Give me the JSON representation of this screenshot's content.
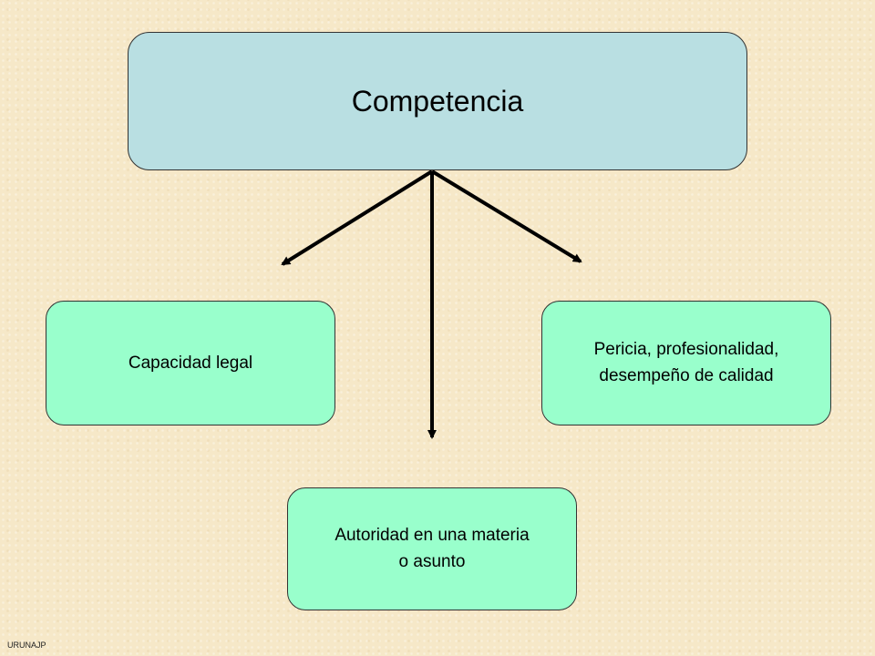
{
  "root": {
    "label": "Competencia"
  },
  "children": {
    "legal": {
      "label": "Capacidad legal"
    },
    "expertise": {
      "line1": "Pericia, profesionalidad,",
      "line2": "desempeño de calidad"
    },
    "authority": {
      "line1": "Autoridad en una materia",
      "line2": "o asunto"
    }
  },
  "footer": {
    "text": "URUNAJP"
  },
  "colors": {
    "background": "#f6e8c8",
    "root_fill": "#b9dfe2",
    "child_fill": "#99ffcc",
    "arrow": "#000000"
  }
}
